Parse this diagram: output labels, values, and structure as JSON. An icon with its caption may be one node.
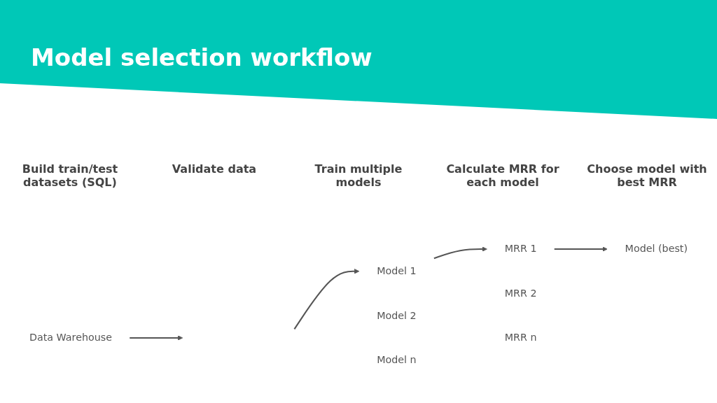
{
  "diagram": {
    "title": "Model selection workflow",
    "nodes": [
      {
        "text": [
          "Data Warehouse"
        ]
      },
      {
        "text": [
          "Model 1"
        ]
      },
      {
        "text": [
          "Model 2"
        ]
      },
      {
        "text": [
          "Model n"
        ]
      },
      {
        "text": [
          "MRR 1"
        ]
      },
      {
        "text": [
          "MRR 2"
        ]
      },
      {
        "text": [
          "MRR n"
        ]
      },
      {
        "text": [
          "Model (best)"
        ]
      }
    ],
    "edges": [
      {
        "from": 0,
        "to": null,
        "arrow": "to"
      },
      {
        "from": null,
        "to": 1,
        "arrow": "to"
      },
      {
        "from": 1,
        "to": 4,
        "arrow": "to"
      },
      {
        "from": 4,
        "to": 7,
        "arrow": "to"
      }
    ],
    "labels": [
      "Build train/test datasets (SQL)",
      "Validate data",
      "Train multiple models",
      "Calculate MRR for each model",
      "Choose model with best MRR"
    ]
  }
}
